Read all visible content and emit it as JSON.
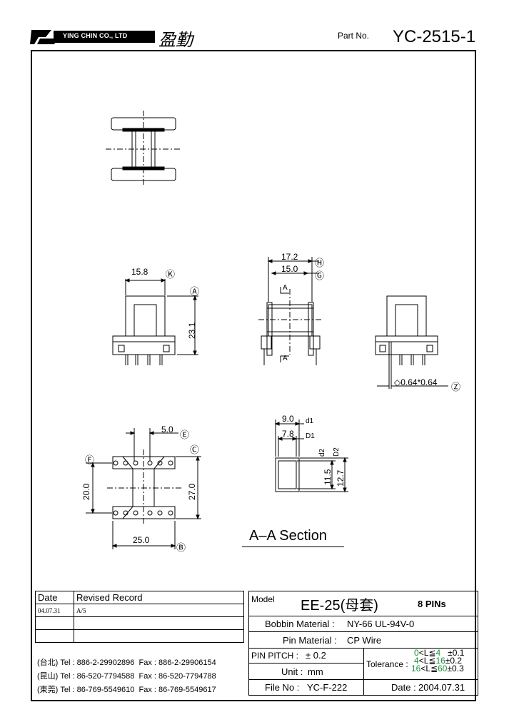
{
  "header": {
    "company_en": "YING CHIN CO., LTD",
    "company_cn": "盈勤",
    "part_no_label": "Part No.",
    "part_no": "YC-2515-1"
  },
  "drawing": {
    "dims": {
      "d15_8": "15.8",
      "d23_1": "23.1",
      "d17_2": "17.2",
      "d15_0": "15.0",
      "d064": "◇0.64*0.64",
      "d5_0": "5.0",
      "d20_0": "20.0",
      "d27_0": "27.0",
      "d25_0": "25.0",
      "d9_0": "9.0",
      "d7_8": "7.8",
      "d11_5": "11.5",
      "d12_7": "12.7"
    },
    "markers": {
      "K": "Ⓚ",
      "A": "Ⓐ",
      "H": "Ⓗ",
      "G": "Ⓖ",
      "Z": "Ⓩ",
      "E": "Ⓔ",
      "C": "Ⓒ",
      "F": "Ⓕ",
      "B": "Ⓑ",
      "d1": "d1",
      "D1": "D1",
      "d2": "d2",
      "D2": "D2"
    },
    "section_letter": "A",
    "section_label": "A–A Section"
  },
  "revision": {
    "headers": [
      "Date",
      "Revised Record"
    ],
    "rows": [
      {
        "date": "04.07.31",
        "record": "A/5"
      },
      {
        "date": "",
        "record": ""
      },
      {
        "date": "",
        "record": ""
      }
    ]
  },
  "contacts": [
    {
      "city": "(台北)",
      "tel": "Tel : 886-2-29902896",
      "fax": "Fax : 886-2-29906154"
    },
    {
      "city": "(昆山)",
      "tel": "Tel : 86-520-7794588",
      "fax": "Fax : 86-520-7794788"
    },
    {
      "city": "(東莞)",
      "tel": "Tel : 86-769-5549610",
      "fax": "Fax : 86-769-5549617"
    }
  ],
  "titleblock": {
    "model_label": "Model",
    "model": "EE-25(母套)",
    "pins": "8 PINs",
    "bobbin_material_label": "Bobbin Material :",
    "bobbin_material": "NY-66 UL-94V-0",
    "pin_material_label": "Pin Material :",
    "pin_material": "CP Wire",
    "pin_pitch_label": "PIN PITCH :",
    "pin_pitch": "± 0.2",
    "unit_label": "Unit :",
    "unit": "mm",
    "file_no_label": "File No :",
    "file_no": "YC-F-222",
    "date_label": "Date :",
    "date": "2004.07.31",
    "tolerance_label": "Tolerance :",
    "tolerance": [
      {
        "lo": "0",
        "mid": "<L≦",
        "hi": "4",
        "tol": "±0.1"
      },
      {
        "lo": "4",
        "mid": "<L≦",
        "hi": "16",
        "tol": "±0.2"
      },
      {
        "lo": "16",
        "mid": "<L≦",
        "hi": "60",
        "tol": "±0.3"
      }
    ]
  }
}
